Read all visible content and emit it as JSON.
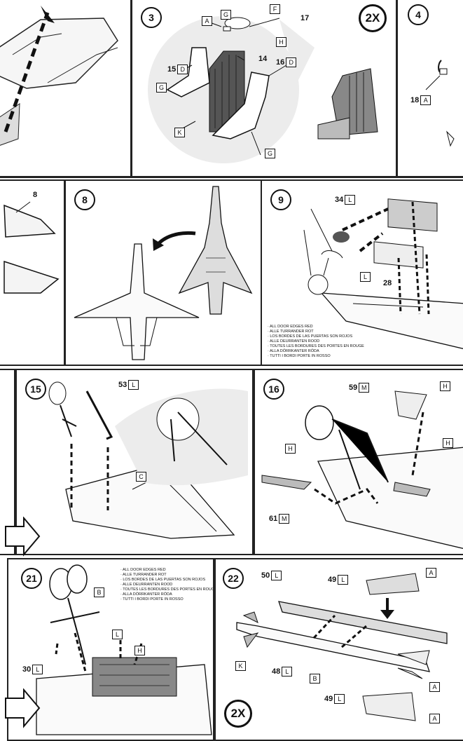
{
  "steps": {
    "s3": "3",
    "s4": "4",
    "s8": "8",
    "s9": "9",
    "s15": "15",
    "s16": "16",
    "s21": "21",
    "s22": "22"
  },
  "multipliers": {
    "step3": "2X",
    "step22": "2X"
  },
  "parts": {
    "p17": "17",
    "p14": "14",
    "p15": "15",
    "p16": "16",
    "p18": "18",
    "p8": "8",
    "p34": "34",
    "p28": "28",
    "p53": "53",
    "p59": "59",
    "p61": "61",
    "p30": "30",
    "p50": "50",
    "p49a": "49",
    "p48": "48",
    "p49b": "49"
  },
  "codes": {
    "A": "A",
    "G": "G",
    "F": "F",
    "H": "H",
    "D": "D",
    "K": "K",
    "L": "L",
    "C": "C",
    "M": "M",
    "B": "B"
  },
  "door_notes": [
    "· ALL DOOR EDGES RED",
    "· ALLE TURRANDER ROT",
    "· LOS BORDES DE LAS PUERTAS SON ROJOS",
    "· ALLE DEURRANTEN ROOD",
    "· TOUTES LES BORDURES DES PORTES EN ROUGE",
    "· ALLA DÖRRKANTER RÖDA",
    "· TUTTI I BORDI PORTE IN ROSSO"
  ]
}
